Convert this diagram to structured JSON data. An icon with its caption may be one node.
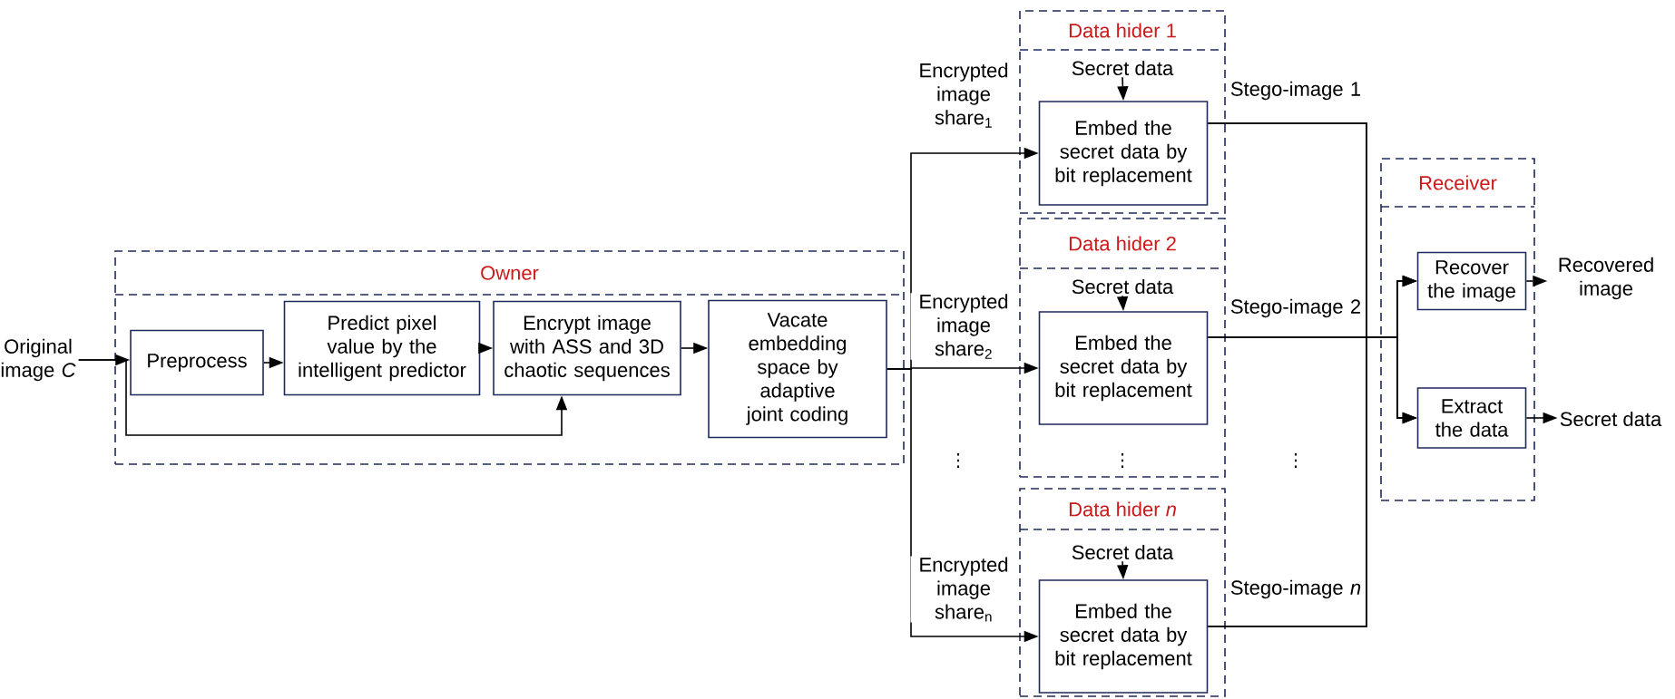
{
  "diagram": {
    "nodes": [
      {
        "text": [
          "Owner"
        ]
      },
      {
        "text": [
          "Original image *C*"
        ]
      },
      {
        "text": [
          "Preprocess"
        ],
        "in": 0
      },
      {
        "text": [
          "Predict pixel value by the intelligent predictor"
        ],
        "in": 0
      },
      {
        "text": [
          "Encrypt image with ASS and 3D chaotic sequences"
        ],
        "in": 0
      },
      {
        "text": [
          "Vacate embedding space by adaptive joint coding"
        ],
        "in": 0
      },
      {
        "text": [
          "Data hider 1"
        ]
      },
      {
        "text": [
          "Secret data"
        ],
        "in": 6
      },
      {
        "text": [
          "Embed the secret data by bit replacement"
        ],
        "in": 6
      },
      {
        "text": [
          "Data hider 2"
        ]
      },
      {
        "text": [
          "Secret data"
        ],
        "in": 9
      },
      {
        "text": [
          "Embed the secret data by bit replacement"
        ],
        "in": 9
      },
      {
        "text": [
          "Data hider *n*"
        ]
      },
      {
        "text": [
          "Secret data"
        ],
        "in": 12
      },
      {
        "text": [
          "Embed the secret data by bit replacement"
        ],
        "in": 12
      },
      {
        "text": [
          "Receiver"
        ]
      },
      {
        "text": [
          "Recover the image"
        ],
        "in": 15
      },
      {
        "text": [
          "Extract the data"
        ],
        "in": 15
      },
      {
        "text": [
          "Recovered image"
        ]
      },
      {
        "text": [
          "Secret data"
        ]
      }
    ],
    "edges": [
      {
        "from": 1,
        "to": 2,
        "arrow": "to"
      },
      {
        "from": 1,
        "to": 4,
        "arrow": "to"
      },
      {
        "from": 2,
        "to": 3,
        "arrow": "to"
      },
      {
        "from": 3,
        "to": 4,
        "arrow": "to"
      },
      {
        "from": 4,
        "to": 5,
        "arrow": "to"
      },
      {
        "from": 5,
        "to": 8,
        "arrow": "to",
        "label": "Encrypted image share$_{1}$"
      },
      {
        "from": 5,
        "to": 11,
        "arrow": "to",
        "label": "Encrypted image share$_{2}$"
      },
      {
        "from": 5,
        "to": 14,
        "arrow": "to",
        "label": "Encrypted image share$_{n}$"
      },
      {
        "from": 7,
        "to": 8,
        "arrow": "to"
      },
      {
        "from": 10,
        "to": 11,
        "arrow": "to"
      },
      {
        "from": 13,
        "to": 14,
        "arrow": "to"
      },
      {
        "from": 8,
        "to": 16,
        "arrow": "to",
        "label": "Stego-image 1"
      },
      {
        "from": 8,
        "to": 17,
        "arrow": "to"
      },
      {
        "from": 11,
        "to": 16,
        "arrow": "to",
        "label": "Stego-image 2"
      },
      {
        "from": 11,
        "to": 17,
        "arrow": "to"
      },
      {
        "from": 14,
        "to": 16,
        "arrow": "to",
        "label": "Stego-image *n*"
      },
      {
        "from": 14,
        "to": 17,
        "arrow": "to"
      },
      {
        "from": 16,
        "to": 18,
        "arrow": "to"
      },
      {
        "from": 17,
        "to": 19,
        "arrow": "to"
      }
    ],
    "labels": [
      "⋮",
      "⋮",
      "⋮"
    ]
  }
}
